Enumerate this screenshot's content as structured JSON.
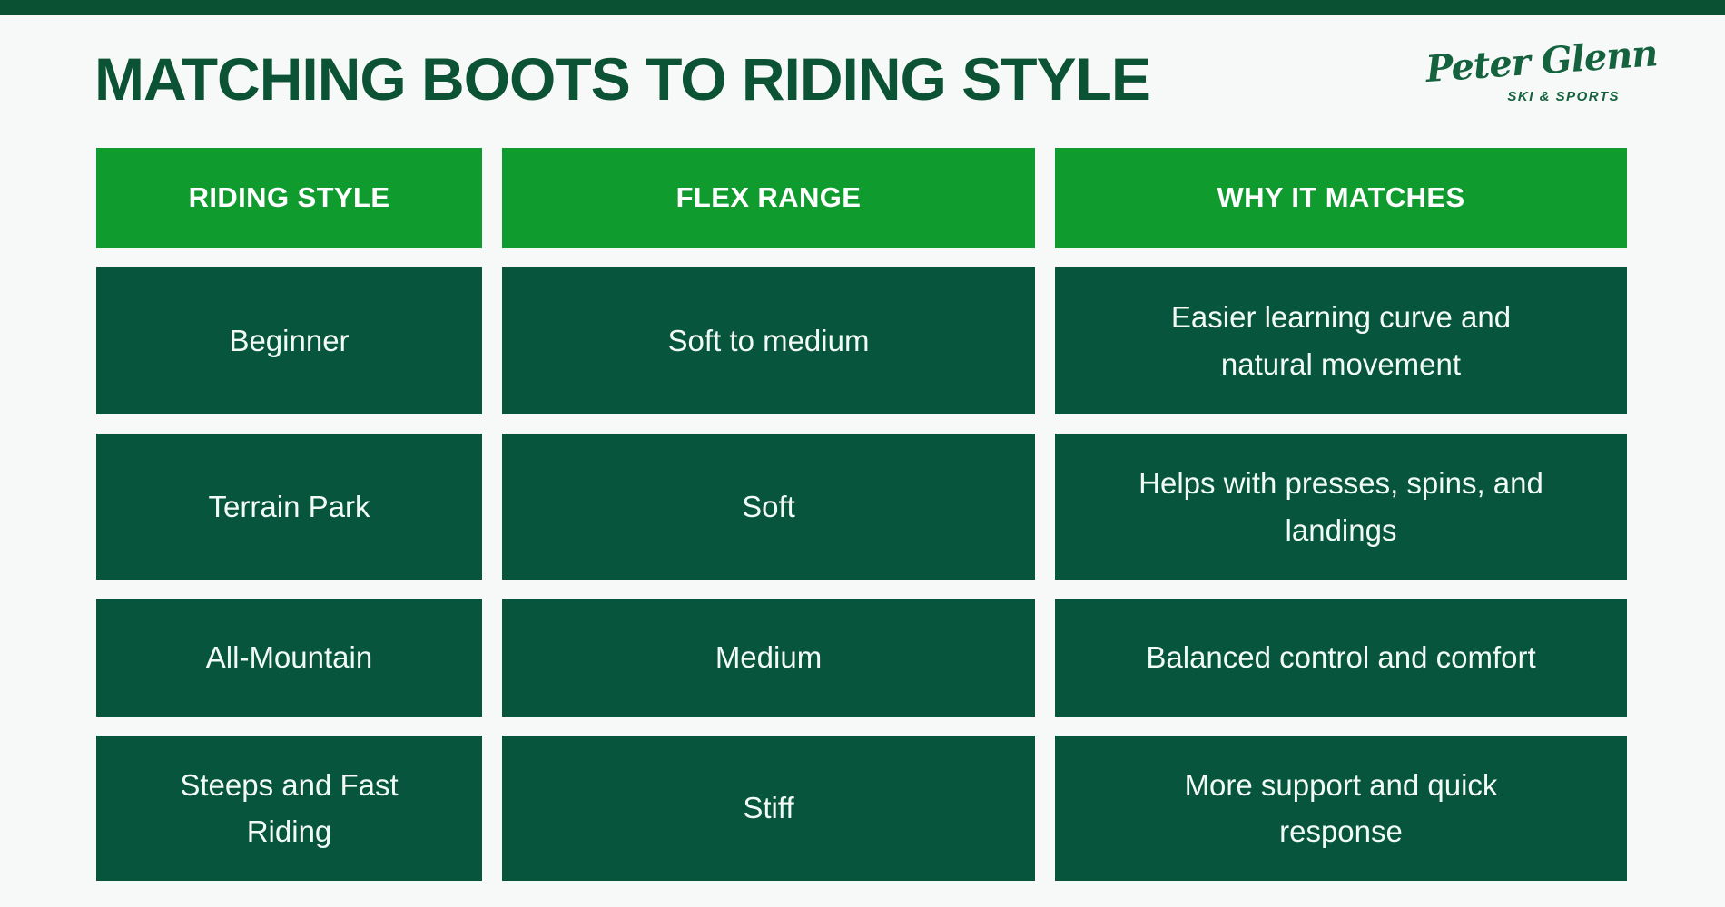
{
  "theme": {
    "background": "#F6F9F7",
    "top_bar_green": "#0A5134",
    "title_green": "#0C5335",
    "header_green": "#0F9B2E",
    "cell_green": "#06553C",
    "cell_text": "#F1FAF5",
    "logo_green": "#15623E"
  },
  "header": {
    "title": "MATCHING BOOTS TO RIDING STYLE"
  },
  "logo": {
    "wordmark": "Peter Glenn",
    "tagline": "SKI & SPORTS"
  },
  "chart_data": {
    "type": "table",
    "title": "MATCHING BOOTS TO RIDING STYLE",
    "columns": [
      "RIDING STYLE",
      "FLEX RANGE",
      "WHY IT MATCHES"
    ],
    "rows": [
      [
        "Beginner",
        "Soft to medium",
        "Easier learning curve and natural movement"
      ],
      [
        "Terrain Park",
        "Soft",
        "Helps with presses, spins, and landings"
      ],
      [
        "All-Mountain",
        "Medium",
        "Balanced control and comfort"
      ],
      [
        "Steeps and Fast Riding",
        "Stiff",
        "More support and quick response"
      ]
    ]
  }
}
